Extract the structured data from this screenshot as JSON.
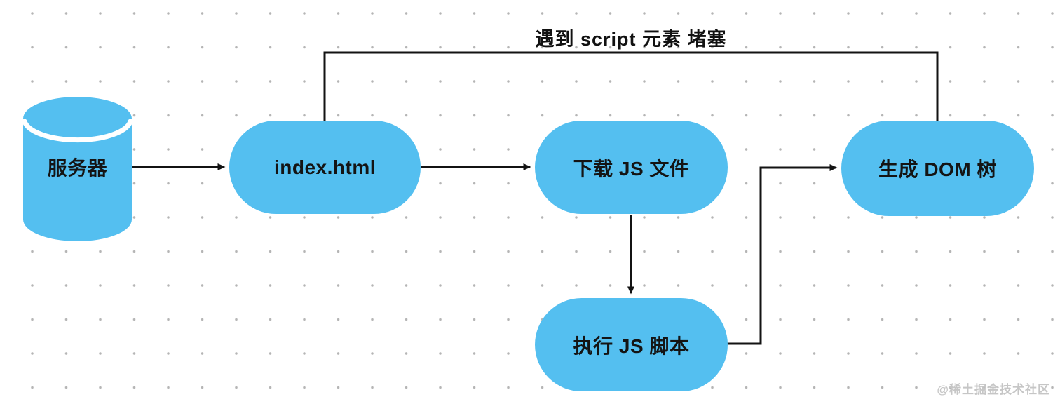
{
  "diagram": {
    "annotation": "遇到 script 元素 堵塞",
    "nodes": [
      {
        "id": "server",
        "label": "服务器",
        "shape": "cylinder"
      },
      {
        "id": "index-html",
        "label": "index.html",
        "shape": "stadium"
      },
      {
        "id": "download-js",
        "label": "下载 JS 文件",
        "shape": "stadium"
      },
      {
        "id": "generate-dom",
        "label": "生成 DOM 树",
        "shape": "stadium"
      },
      {
        "id": "execute-js",
        "label": "执行 JS 脚本",
        "shape": "stadium"
      }
    ],
    "edges": [
      {
        "from": "server",
        "to": "index-html",
        "label": ""
      },
      {
        "from": "index-html",
        "to": "download-js",
        "label": ""
      },
      {
        "from": "download-js",
        "to": "execute-js",
        "label": ""
      },
      {
        "from": "execute-js",
        "to": "generate-dom",
        "label": ""
      },
      {
        "from": "index-html",
        "to": "generate-dom",
        "label": "遇到 script 元素 堵塞",
        "style": "blocking-bracket"
      }
    ],
    "colors": {
      "node_fill": "#54BFF0",
      "line": "#131313",
      "text": "#141414",
      "dot_grid": "#b5b5b5",
      "watermark": "#c6c6c6"
    }
  },
  "watermark": "@稀土掘金技术社区"
}
